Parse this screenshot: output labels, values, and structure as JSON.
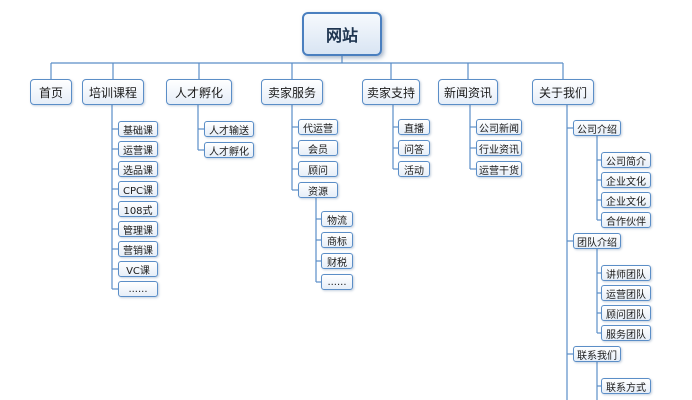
{
  "colors": {
    "line": "#5b8ec7",
    "node_border": "#5b8ec7"
  },
  "root": "网站",
  "sections": [
    {
      "id": "home",
      "label": "首页",
      "children": []
    },
    {
      "id": "training",
      "label": "培训课程",
      "children": [
        {
          "label": "基础课"
        },
        {
          "label": "运营课"
        },
        {
          "label": "选品课"
        },
        {
          "label": "CPC课"
        },
        {
          "label": "108式"
        },
        {
          "label": "管理课"
        },
        {
          "label": "营销课"
        },
        {
          "label": "VC课"
        },
        {
          "label": "......"
        }
      ]
    },
    {
      "id": "talent",
      "label": "人才孵化",
      "children": [
        {
          "label": "人才输送"
        },
        {
          "label": "人才孵化"
        }
      ]
    },
    {
      "id": "seller-services",
      "label": "卖家服务",
      "children": [
        {
          "label": "代运营"
        },
        {
          "label": "会员"
        },
        {
          "label": "顾问"
        },
        {
          "label": "资源",
          "children": [
            {
              "label": "物流"
            },
            {
              "label": "商标"
            },
            {
              "label": "财税"
            },
            {
              "label": "......"
            }
          ]
        }
      ]
    },
    {
      "id": "seller-support",
      "label": "卖家支持",
      "children": [
        {
          "label": "直播"
        },
        {
          "label": "问答"
        },
        {
          "label": "活动"
        }
      ]
    },
    {
      "id": "news",
      "label": "新闻资讯",
      "children": [
        {
          "label": "公司新闻"
        },
        {
          "label": "行业资讯"
        },
        {
          "label": "运营干货"
        }
      ]
    },
    {
      "id": "about",
      "label": "关于我们",
      "children": [
        {
          "label": "公司介绍",
          "children": [
            {
              "label": "公司简介"
            },
            {
              "label": "企业文化"
            },
            {
              "label": "企业文化"
            },
            {
              "label": "合作伙伴"
            }
          ]
        },
        {
          "label": "团队介绍",
          "children": [
            {
              "label": "讲师团队"
            },
            {
              "label": "运营团队"
            },
            {
              "label": "顾问团队"
            },
            {
              "label": "服务团队"
            }
          ]
        },
        {
          "label": "联系我们",
          "children": [
            {
              "label": "联系方式"
            }
          ]
        }
      ]
    }
  ]
}
